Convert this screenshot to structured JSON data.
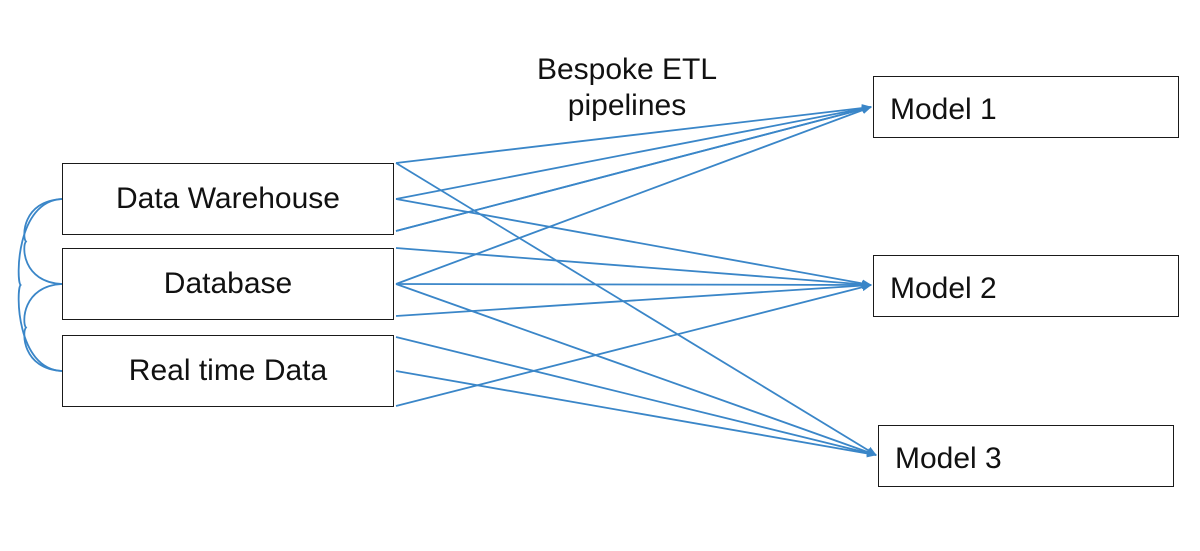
{
  "title": "",
  "pipeline_label": {
    "line1": "Bespoke ETL",
    "line2": "pipelines"
  },
  "sources": [
    {
      "id": "warehouse",
      "label": "Data Warehouse"
    },
    {
      "id": "database",
      "label": "Database"
    },
    {
      "id": "realtime",
      "label": "Real time Data"
    }
  ],
  "targets": [
    {
      "id": "model-1",
      "label": "Model 1"
    },
    {
      "id": "model-2",
      "label": "Model 2"
    },
    {
      "id": "model-3",
      "label": "Model 3"
    }
  ],
  "connections": [
    {
      "from": "warehouse",
      "to": "model-1"
    },
    {
      "from": "warehouse",
      "to": "model-2"
    },
    {
      "from": "warehouse",
      "to": "model-3"
    },
    {
      "from": "database",
      "to": "model-1"
    },
    {
      "from": "database",
      "to": "model-2"
    },
    {
      "from": "database",
      "to": "model-3"
    },
    {
      "from": "realtime",
      "to": "model-1"
    },
    {
      "from": "realtime",
      "to": "model-2"
    },
    {
      "from": "realtime",
      "to": "model-3"
    }
  ],
  "source_links": [
    {
      "from": "warehouse",
      "to": "database"
    },
    {
      "from": "database",
      "to": "realtime"
    },
    {
      "from": "warehouse",
      "to": "realtime"
    }
  ],
  "colors": {
    "arrow": "#3a86c8",
    "box_border": "#1a1a1a",
    "text": "#111111"
  }
}
